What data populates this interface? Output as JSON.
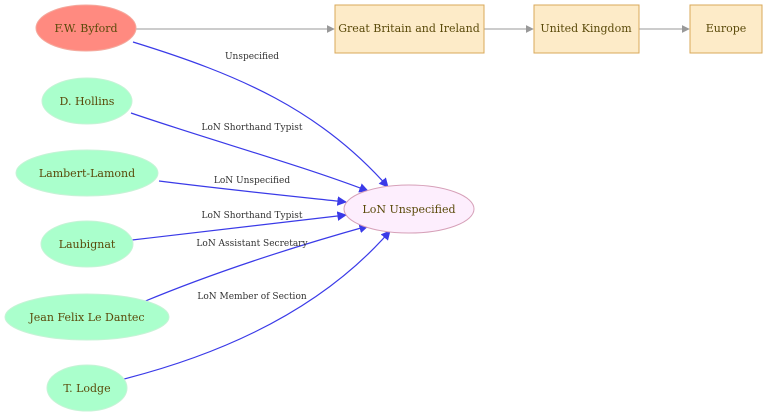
{
  "colors": {
    "person_fill": "#aaffcc",
    "person_stroke": "#c6f3d6",
    "origin_fill": "#ff8a80",
    "origin_stroke": "#f4a99d",
    "role_fill": "#fdeefd",
    "role_stroke": "#d6a0b8",
    "place_fill": "#fdebc8",
    "place_stroke": "#d9a85a",
    "role_edge": "#3a3ae8",
    "place_edge": "#999999"
  },
  "nodes": {
    "byford": "F.W. Byford",
    "hollins": "D.  Hollins",
    "lambert": "Lambert-Lamond",
    "laubignat": "Laubignat",
    "dantec": "Jean Felix Le Dantec",
    "lodge": "T. Lodge",
    "role": "LoN Unspecified",
    "gbi": "Great Britain and Ireland",
    "uk": "United Kingdom",
    "europe": "Europe"
  },
  "edges": {
    "byford": "Unspecified",
    "hollins": "LoN Shorthand Typist",
    "lambert": "LoN Unspecified",
    "laubignat": "LoN Shorthand Typist",
    "dantec": "LoN Assistant Secretary",
    "lodge": "LoN Member of Section"
  }
}
